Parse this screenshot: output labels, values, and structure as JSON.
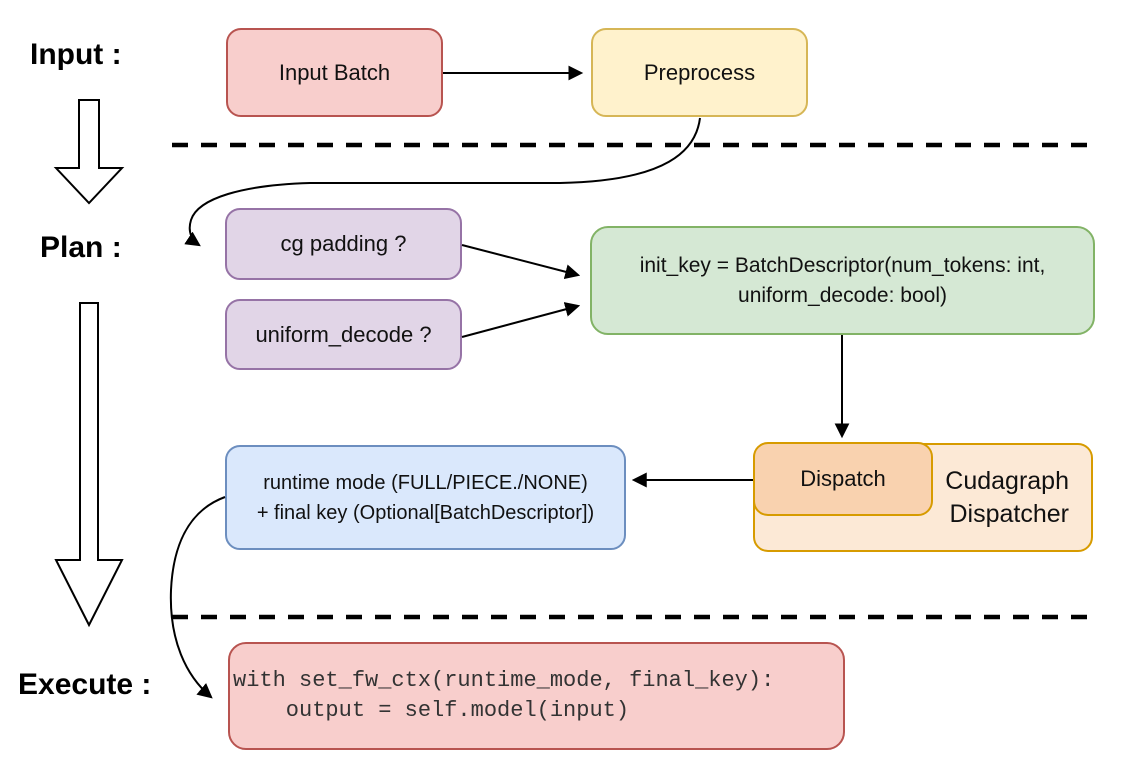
{
  "labels": {
    "input": "Input :",
    "plan": "Plan :",
    "execute": "Execute :"
  },
  "nodes": {
    "input_batch": {
      "label": "Input Batch",
      "fill": "#F8CECC",
      "stroke": "#B85450"
    },
    "preprocess": {
      "label": "Preprocess",
      "fill": "#FFF2CC",
      "stroke": "#D6B656"
    },
    "cg_padding": {
      "label": "cg padding ?",
      "fill": "#E1D5E7",
      "stroke": "#9673A6"
    },
    "uniform_decode": {
      "label": "uniform_decode ?",
      "fill": "#E1D5E7",
      "stroke": "#9673A6"
    },
    "init_key": {
      "line1": "init_key = BatchDescriptor(num_tokens: int,",
      "line2": "uniform_decode: bool)",
      "fill": "#D5E8D4",
      "stroke": "#82B366"
    },
    "runtime_result": {
      "line1": "runtime mode (FULL/PIECE./NONE)",
      "line2": "+ final key (Optional[BatchDescriptor])",
      "fill": "#DAE8FC",
      "stroke": "#6C8EBF"
    },
    "cudagraph_dispatcher": {
      "line1": "Cudagraph",
      "line2": "Dispatcher",
      "fill": "#FCE9D6",
      "stroke": "#D79B00"
    },
    "dispatch": {
      "label": "Dispatch",
      "fill": "#F9D2AF",
      "stroke": "#D79B00"
    },
    "execute_code": {
      "line1": "with set_fw_ctx(runtime_mode, final_key):",
      "line2": "    output = self.model(input)",
      "fill": "#F8CECC",
      "stroke": "#B85450"
    }
  },
  "connectors": {
    "color": "#000000",
    "divider_style": "dashed"
  }
}
